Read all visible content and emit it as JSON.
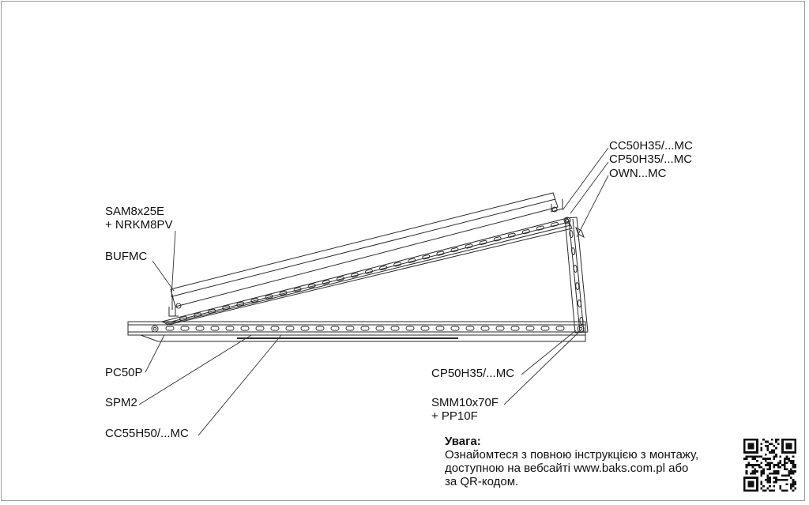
{
  "labels": {
    "sam": "SAM8x25E",
    "nrkm": "+ NRKM8PV",
    "bufmc": "BUFMC",
    "cc50": "CC50H35/...MC",
    "cp50_top": "CP50H35/...MC",
    "own": "OWN...MC",
    "pc50p": "PC50P",
    "spm2": "SPM2",
    "cc55": "CC55H50/...MC",
    "cp50_bottom": "CP50H35/...MC",
    "smm": "SMM10x70F",
    "pp10f": "+ PP10F"
  },
  "note": {
    "title": "Увага:",
    "line1": "Ознайомтеся з повною інструкцією з монтажу,",
    "line2": "доступною на вебсайті www.baks.com.pl або",
    "line3": "за QR-кодом."
  },
  "colors": {
    "line": "#2a2a2a",
    "leader": "#333333"
  }
}
